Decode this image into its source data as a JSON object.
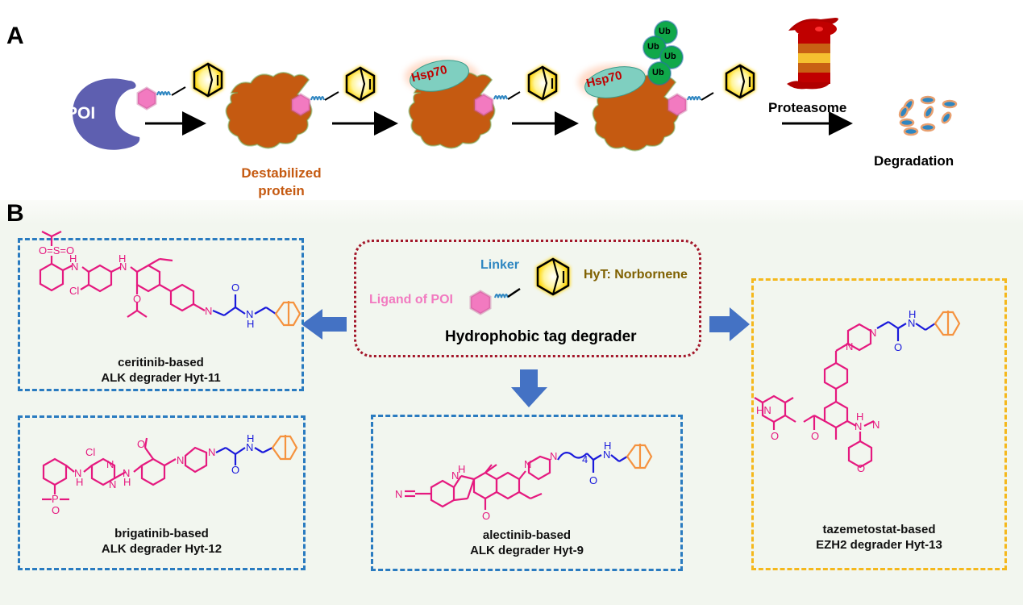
{
  "panel_a": {
    "label": "A",
    "poi_label": "POI",
    "destabilized_label_line1": "Destabilized",
    "destabilized_label_line2": "protein",
    "hsp70_label": "Hsp70",
    "ub_labels": [
      "Ub",
      "Ub",
      "Ub",
      "Ub"
    ],
    "proteasome_label": "Proteasome",
    "degradation_label": "Degradation",
    "colors": {
      "poi": "#5e5fb0",
      "protein": "#c55a11",
      "ligand": "#f27ac0",
      "linker": "#2e86c1",
      "hyt_glow": "#ffd200",
      "hsp70": "#7fcfc0",
      "hsp70_text": "#c00000",
      "ub": "#10a84a",
      "label_brown": "#c55a11"
    }
  },
  "panel_b": {
    "label": "B",
    "center": {
      "linker_label": "Linker",
      "hyt_label": "HyT: Norbornene",
      "ligand_label": "Ligand of POI",
      "title": "Hydrophobic tag degrader"
    },
    "compounds": [
      {
        "id": "hyt11",
        "line1": "ceritinib-based",
        "line2": "ALK degrader Hyt-11"
      },
      {
        "id": "hyt12",
        "line1": "brigatinib-based",
        "line2": "ALK degrader Hyt-12"
      },
      {
        "id": "hyt9",
        "line1": "alectinib-based",
        "line2": "ALK degrader Hyt-9"
      },
      {
        "id": "hyt13",
        "line1": "tazemetostat-based",
        "line2": "EZH2 degrader Hyt-13"
      }
    ],
    "atom_labels": {
      "hyt11": [
        "O",
        "S",
        "O",
        "H",
        "N",
        "N",
        "H",
        "N",
        "N",
        "Cl",
        "O",
        "N",
        "O",
        "N",
        "H"
      ],
      "hyt12": [
        "Cl",
        "N",
        "N",
        "H",
        "N",
        "H",
        "N",
        "O",
        "N",
        "N",
        "O",
        "N",
        "H",
        "P",
        "O"
      ],
      "hyt9": [
        "H",
        "N",
        "N",
        "O",
        "N",
        "N",
        "4",
        "O",
        "N",
        "H"
      ],
      "hyt13": [
        "N",
        "N",
        "O",
        "N",
        "H",
        "HN",
        "O",
        "N",
        "H",
        "O",
        "N",
        "O"
      ]
    },
    "colors": {
      "ligand_part": "#e5197f",
      "linker_part": "#1a1adb",
      "hyt_part": "#f5923e",
      "arrow": "#4472c4",
      "alk_box": "#2a7bc0",
      "ezh2_box": "#f5b81c",
      "center_box": "#a3172a",
      "linker_text": "#2e86c1",
      "hyt_text": "#7f6000",
      "ligand_text": "#f27ac0"
    }
  }
}
